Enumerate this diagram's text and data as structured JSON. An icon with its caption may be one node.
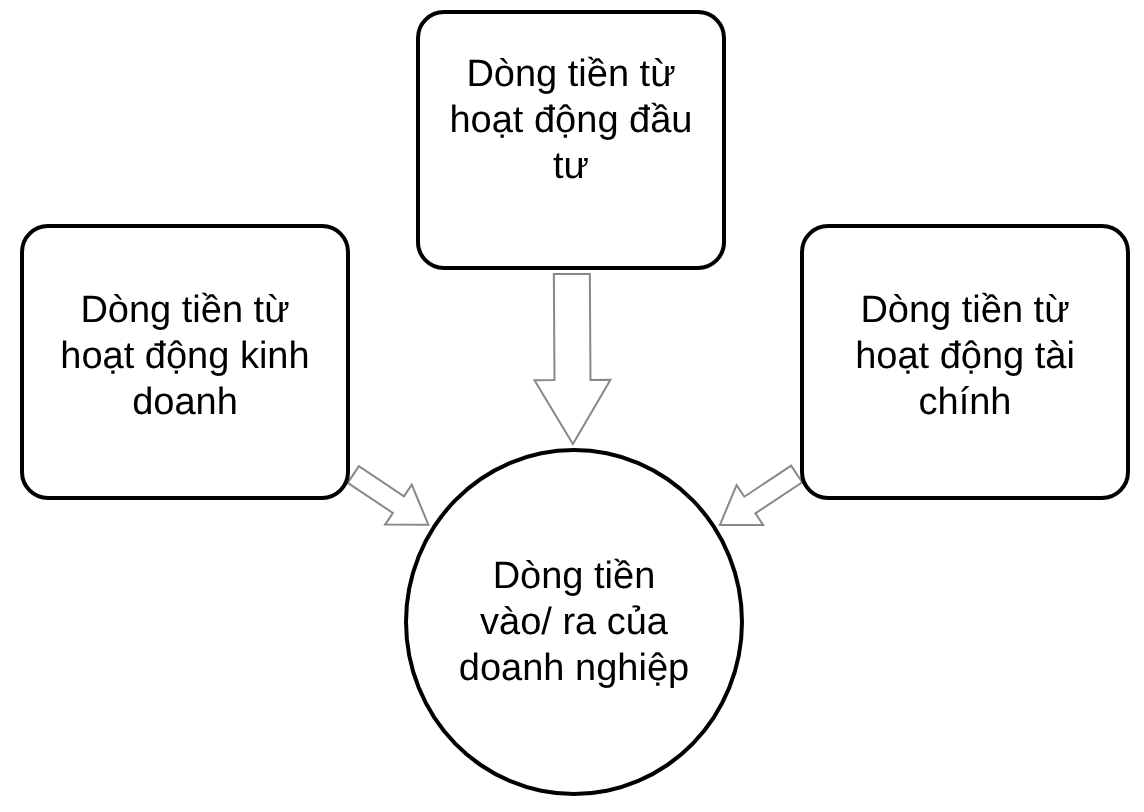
{
  "diagram": {
    "nodes": [
      {
        "text": [
          "Dòng tiền từ hoạt động đầu tư"
        ]
      },
      {
        "text": [
          "Dòng tiền từ hoạt động kinh doanh"
        ]
      },
      {
        "text": [
          "Dòng tiền từ hoạt động tài chính"
        ]
      },
      {
        "text": [
          "Dòng tiền vào/ ra của doanh nghiệp"
        ]
      }
    ],
    "edges": [
      {
        "from": 0,
        "to": 3,
        "arrow": "to"
      },
      {
        "from": 1,
        "to": 3,
        "arrow": "to"
      },
      {
        "from": 2,
        "to": 3,
        "arrow": "to"
      }
    ]
  }
}
